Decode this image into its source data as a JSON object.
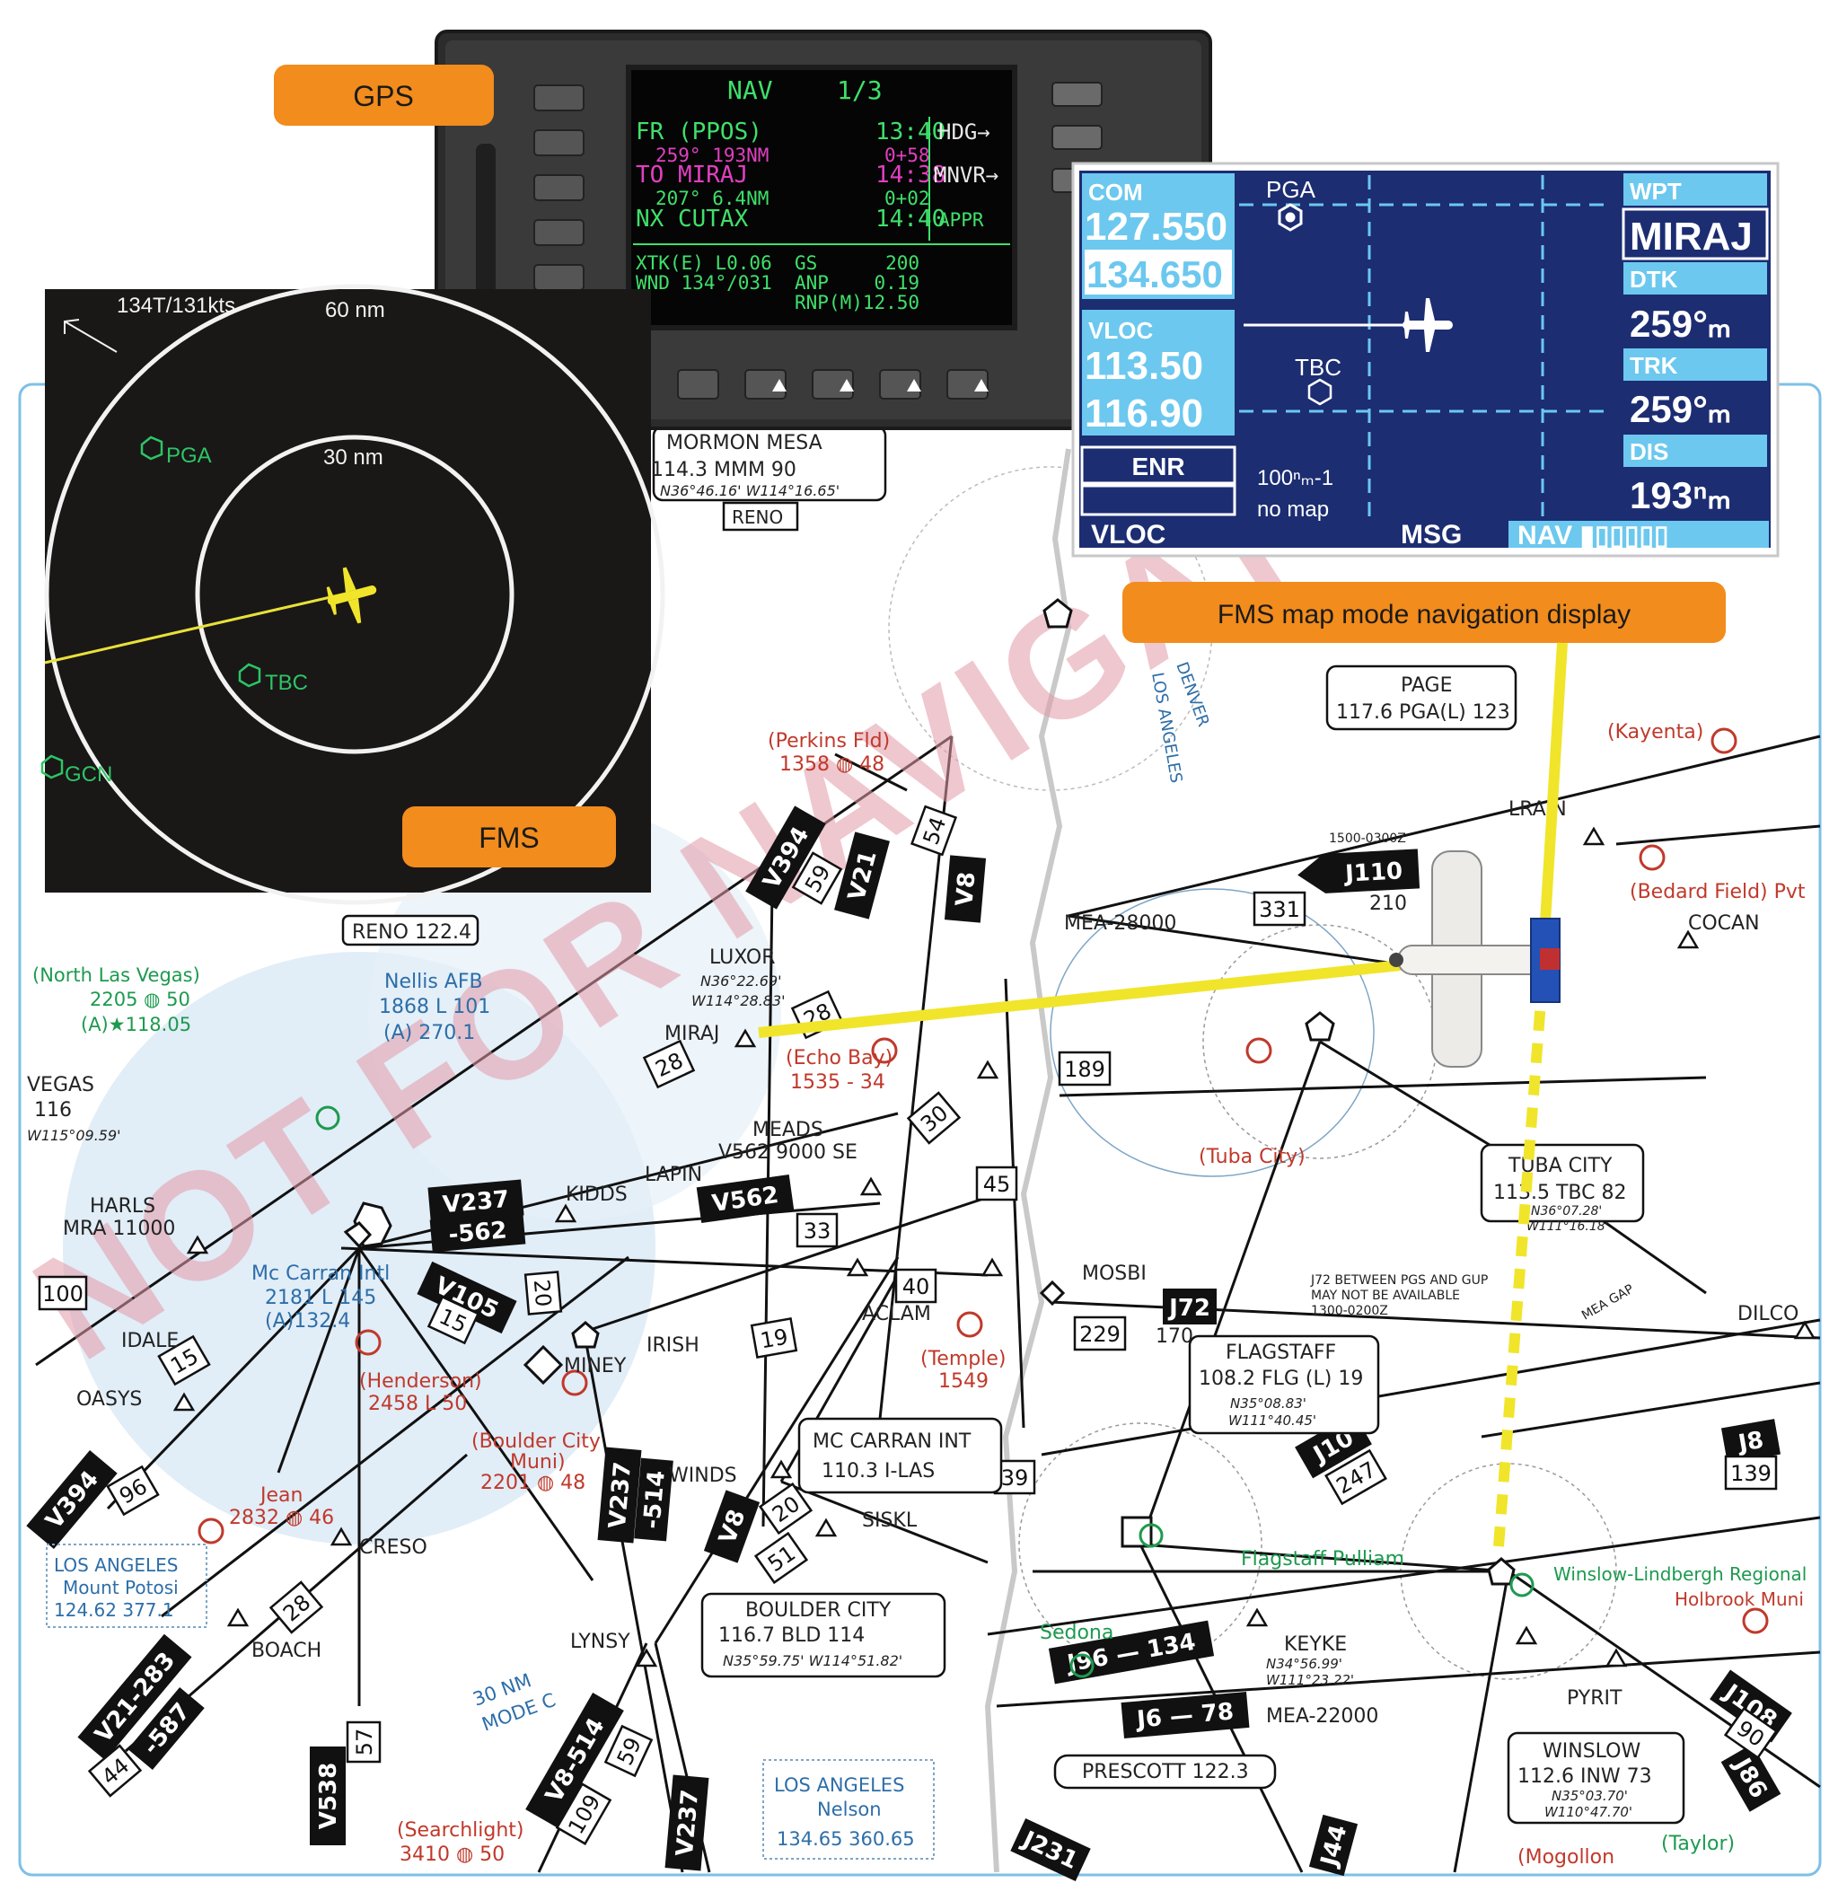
{
  "labels": {
    "gps": "GPS",
    "fms": "FMS",
    "fms_map": "FMS map mode navigation display"
  },
  "watermark": "NOT FOR NAVIGATION",
  "gps_screen": {
    "header": "NAV",
    "page": "1/3",
    "rows": [
      {
        "text": "FR (PPOS)",
        "value": "13:40",
        "color": "#3fe06a"
      },
      {
        "text": "259°  193NM",
        "value": "0+58",
        "color": "#e040c0"
      },
      {
        "text": "TO MIRAJ",
        "value": "14:38",
        "color": "#e040c0"
      },
      {
        "text": "207°  6.4NM",
        "value": "0+02",
        "color": "#3fe06a"
      },
      {
        "text": "NX CUTAX",
        "value": "14:40",
        "color": "#3fe06a"
      }
    ],
    "side_labels": [
      "HDG→",
      "MNVR→",
      "APPR"
    ],
    "bottom_rows": [
      "XTK(E) L0.06  GS      200",
      "WND 134°/031  ANP    0.19",
      "              RNP(M)12.50"
    ]
  },
  "fms_display": {
    "speed": "134T/131kts",
    "outer_range": "60 nm",
    "inner_range": "30 nm",
    "waypoints": [
      "PGA",
      "TBC",
      "GCN"
    ]
  },
  "nav_display": {
    "com_label": "COM",
    "com_active": "127.550",
    "com_standby": "134.650",
    "vloc_label": "VLOC",
    "vloc_active": "113.50",
    "vloc_standby": "116.90",
    "enr": "ENR",
    "map_pga": "PGA",
    "map_tbc": "TBC",
    "map_scale": "100ⁿₘ-1",
    "map_nomap": "no map",
    "wpt_label": "WPT",
    "wpt_value": "MIRAJ",
    "dtk_label": "DTK",
    "dtk_value": "259°ₘ",
    "trk_label": "TRK",
    "trk_value": "259°ₘ",
    "dis_label": "DIS",
    "dis_value": "193ⁿₘ",
    "footer_vloc": "VLOC",
    "footer_msg": "MSG",
    "footer_nav": "NAV ▮▯▯▯▯▯"
  },
  "chart_labels": {
    "mormon_mesa": "MORMON MESA",
    "mormon_freq": "114.3 MMM 90",
    "mormon_coord": "N36°46.16' W114°16.65'",
    "reno_box": "RENO",
    "reno_122": "RENO 122.4",
    "nellis": "Nellis AFB",
    "nellis2": "1868 L 101",
    "nellis3": "(A) 270.1",
    "north_lv": "(North Las Vegas)",
    "north_lv2": "2205 ◍ 50",
    "north_lv3": "(A)★118.05",
    "vegas": "VEGAS",
    "vegas116": "116",
    "vegas_coord": "W115°09.59'",
    "harls": "HARLS",
    "mra": "MRA 11000",
    "idale": "IDALE",
    "oasys": "OASYS",
    "mccarran": "Mc Carran Intl",
    "mccarran2": "2181 L 145",
    "mccarran3": "(A)132.4",
    "henderson": "(Henderson)",
    "henderson2": "2458 L 50",
    "boulder_city_muni": "(Boulder City",
    "boulder_city_muni2": "Muni)",
    "boulder_city_muni3": "2201 ◍ 48",
    "jean": "Jean",
    "jean2": "2832 ◍ 46",
    "creso": "CRESO",
    "boach": "BOACH",
    "la_mount_potosi": "LOS ANGELES",
    "la_mount_potosi2": "Mount Potosi",
    "la_mount_potosi3": "124.62  377.1",
    "mode_c": "30 NM",
    "mode_c2": "MODE C",
    "lynsy": "LYNSY",
    "searchlight": "(Searchlight)",
    "searchlight2": "3410 ◍ 50",
    "la_nelson": "LOS ANGELES",
    "la_nelson2": "Nelson",
    "la_nelson3": "134.65 360.65",
    "boulder_city": "BOULDER CITY",
    "boulder_city2": "116.7 BLD 114",
    "boulder_city3": "N35°59.75' W114°51.82'",
    "mc_carran_int": "MC CARRAN INT",
    "mc_carran_int2": "110.3 I-LAS",
    "siskl": "SISKL",
    "winds": "WINDS",
    "aclam": "ACLAM",
    "temple": "(Temple)",
    "temple2": "1549",
    "irish": "IRISH",
    "miney": "MINEY",
    "kidds": "KIDDS",
    "lapin": "LAPIN",
    "meads": "MEADS",
    "meads2": "V562 9000 SE",
    "echo_bay": "(Echo Bay)",
    "echo_bay2": "1535 - 34",
    "luxor": "LUXOR",
    "luxor2": "N36°22.69'",
    "luxor3": "W114°28.83'",
    "miraj": "MIRAJ",
    "perkins": "(Perkins Fld)",
    "perkins2": "1358 ◍ 48",
    "denver_la": "DENVER",
    "denver_la2": "LOS ANGELES",
    "page": "PAGE",
    "page2": "117.6 PGA(L) 123",
    "kayenta": "(Kayenta)",
    "lrain": "LRAIN",
    "bedard": "(Bedard Field) Pvt",
    "cocan": "COCAN",
    "mea28000": "MEA-28000",
    "j110": "J110",
    "j110_210": "210",
    "tuba_city": "TUBA CITY",
    "tuba_city2": "113.5 TBC 82",
    "tuba_city3": "N36°07.28'",
    "tuba_city4": "W111°16.18'",
    "tuba_apt": "(Tuba City)",
    "mosbi": "MOSBI",
    "j72": "J72",
    "j72_170": "170",
    "j72_note": "J72 BETWEEN PGS AND GUP",
    "j72_note2": "MAY NOT BE AVAILABLE",
    "j72_note3": "1300-0200Z",
    "mea_gap": "MEA GAP",
    "dilco": "DILCO",
    "flagstaff": "FLAGSTAFF",
    "flagstaff2": "108.2 FLG (L) 19",
    "flagstaff3": "N35°08.83'",
    "flagstaff4": "W111°40.45'",
    "flagstaff_pulliam": "Flagstaff Pulliam",
    "sedona": "Sedona",
    "keyke": "KEYKE",
    "keyke2": "N34°56.99'",
    "keyke3": "W111°23.22'",
    "mea22000": "MEA-22000",
    "prescott": "PRESCOTT 122.3",
    "winslow_apt": "Winslow-Lindbergh Regional",
    "holbrook": "Holbrook Muni",
    "pyrit": "PYRIT",
    "winslow": "WINSLOW",
    "winslow2": "112.6 INW 73",
    "winslow3": "N35°03.70'",
    "winslow4": "W110°47.70'",
    "mogollon": "(Mogollon",
    "taylor": "(Taylor)",
    "j1500": "1500-0300Z"
  },
  "airways": [
    {
      "id": "v394a",
      "text": "V394"
    },
    {
      "id": "v21",
      "text": "V21"
    },
    {
      "id": "v8a",
      "text": "V8"
    },
    {
      "id": "v237",
      "text": "V237"
    },
    {
      "id": "v562n",
      "text": "-562"
    },
    {
      "id": "v562",
      "text": "V562"
    },
    {
      "id": "v105",
      "text": "V105"
    },
    {
      "id": "v394b",
      "text": "V394"
    },
    {
      "id": "v21283",
      "text": "V21-283"
    },
    {
      "id": "v587",
      "text": "-587"
    },
    {
      "id": "v538",
      "text": "V538"
    },
    {
      "id": "v8514",
      "text": "V8-514"
    },
    {
      "id": "v237b",
      "text": "V237"
    },
    {
      "id": "v514",
      "text": "-514"
    },
    {
      "id": "v8b",
      "text": "V8"
    },
    {
      "id": "v237c",
      "text": "V237"
    },
    {
      "id": "j10",
      "text": "J10"
    },
    {
      "id": "j96",
      "text": "J96 — 134"
    },
    {
      "id": "j6",
      "text": "J6 — 78"
    },
    {
      "id": "j8",
      "text": "J8"
    },
    {
      "id": "j108",
      "text": "J108"
    },
    {
      "id": "j86",
      "text": "J86"
    },
    {
      "id": "j231",
      "text": "J231"
    },
    {
      "id": "j44",
      "text": "J44"
    }
  ],
  "boxes": [
    "59",
    "54",
    "28",
    "28",
    "30",
    "45",
    "33",
    "40",
    "15",
    "15",
    "20",
    "96",
    "28",
    "44",
    "57",
    "109",
    "59",
    "20",
    "51",
    "189",
    "331",
    "229",
    "247",
    "139",
    "90",
    "100",
    "19",
    "39"
  ]
}
